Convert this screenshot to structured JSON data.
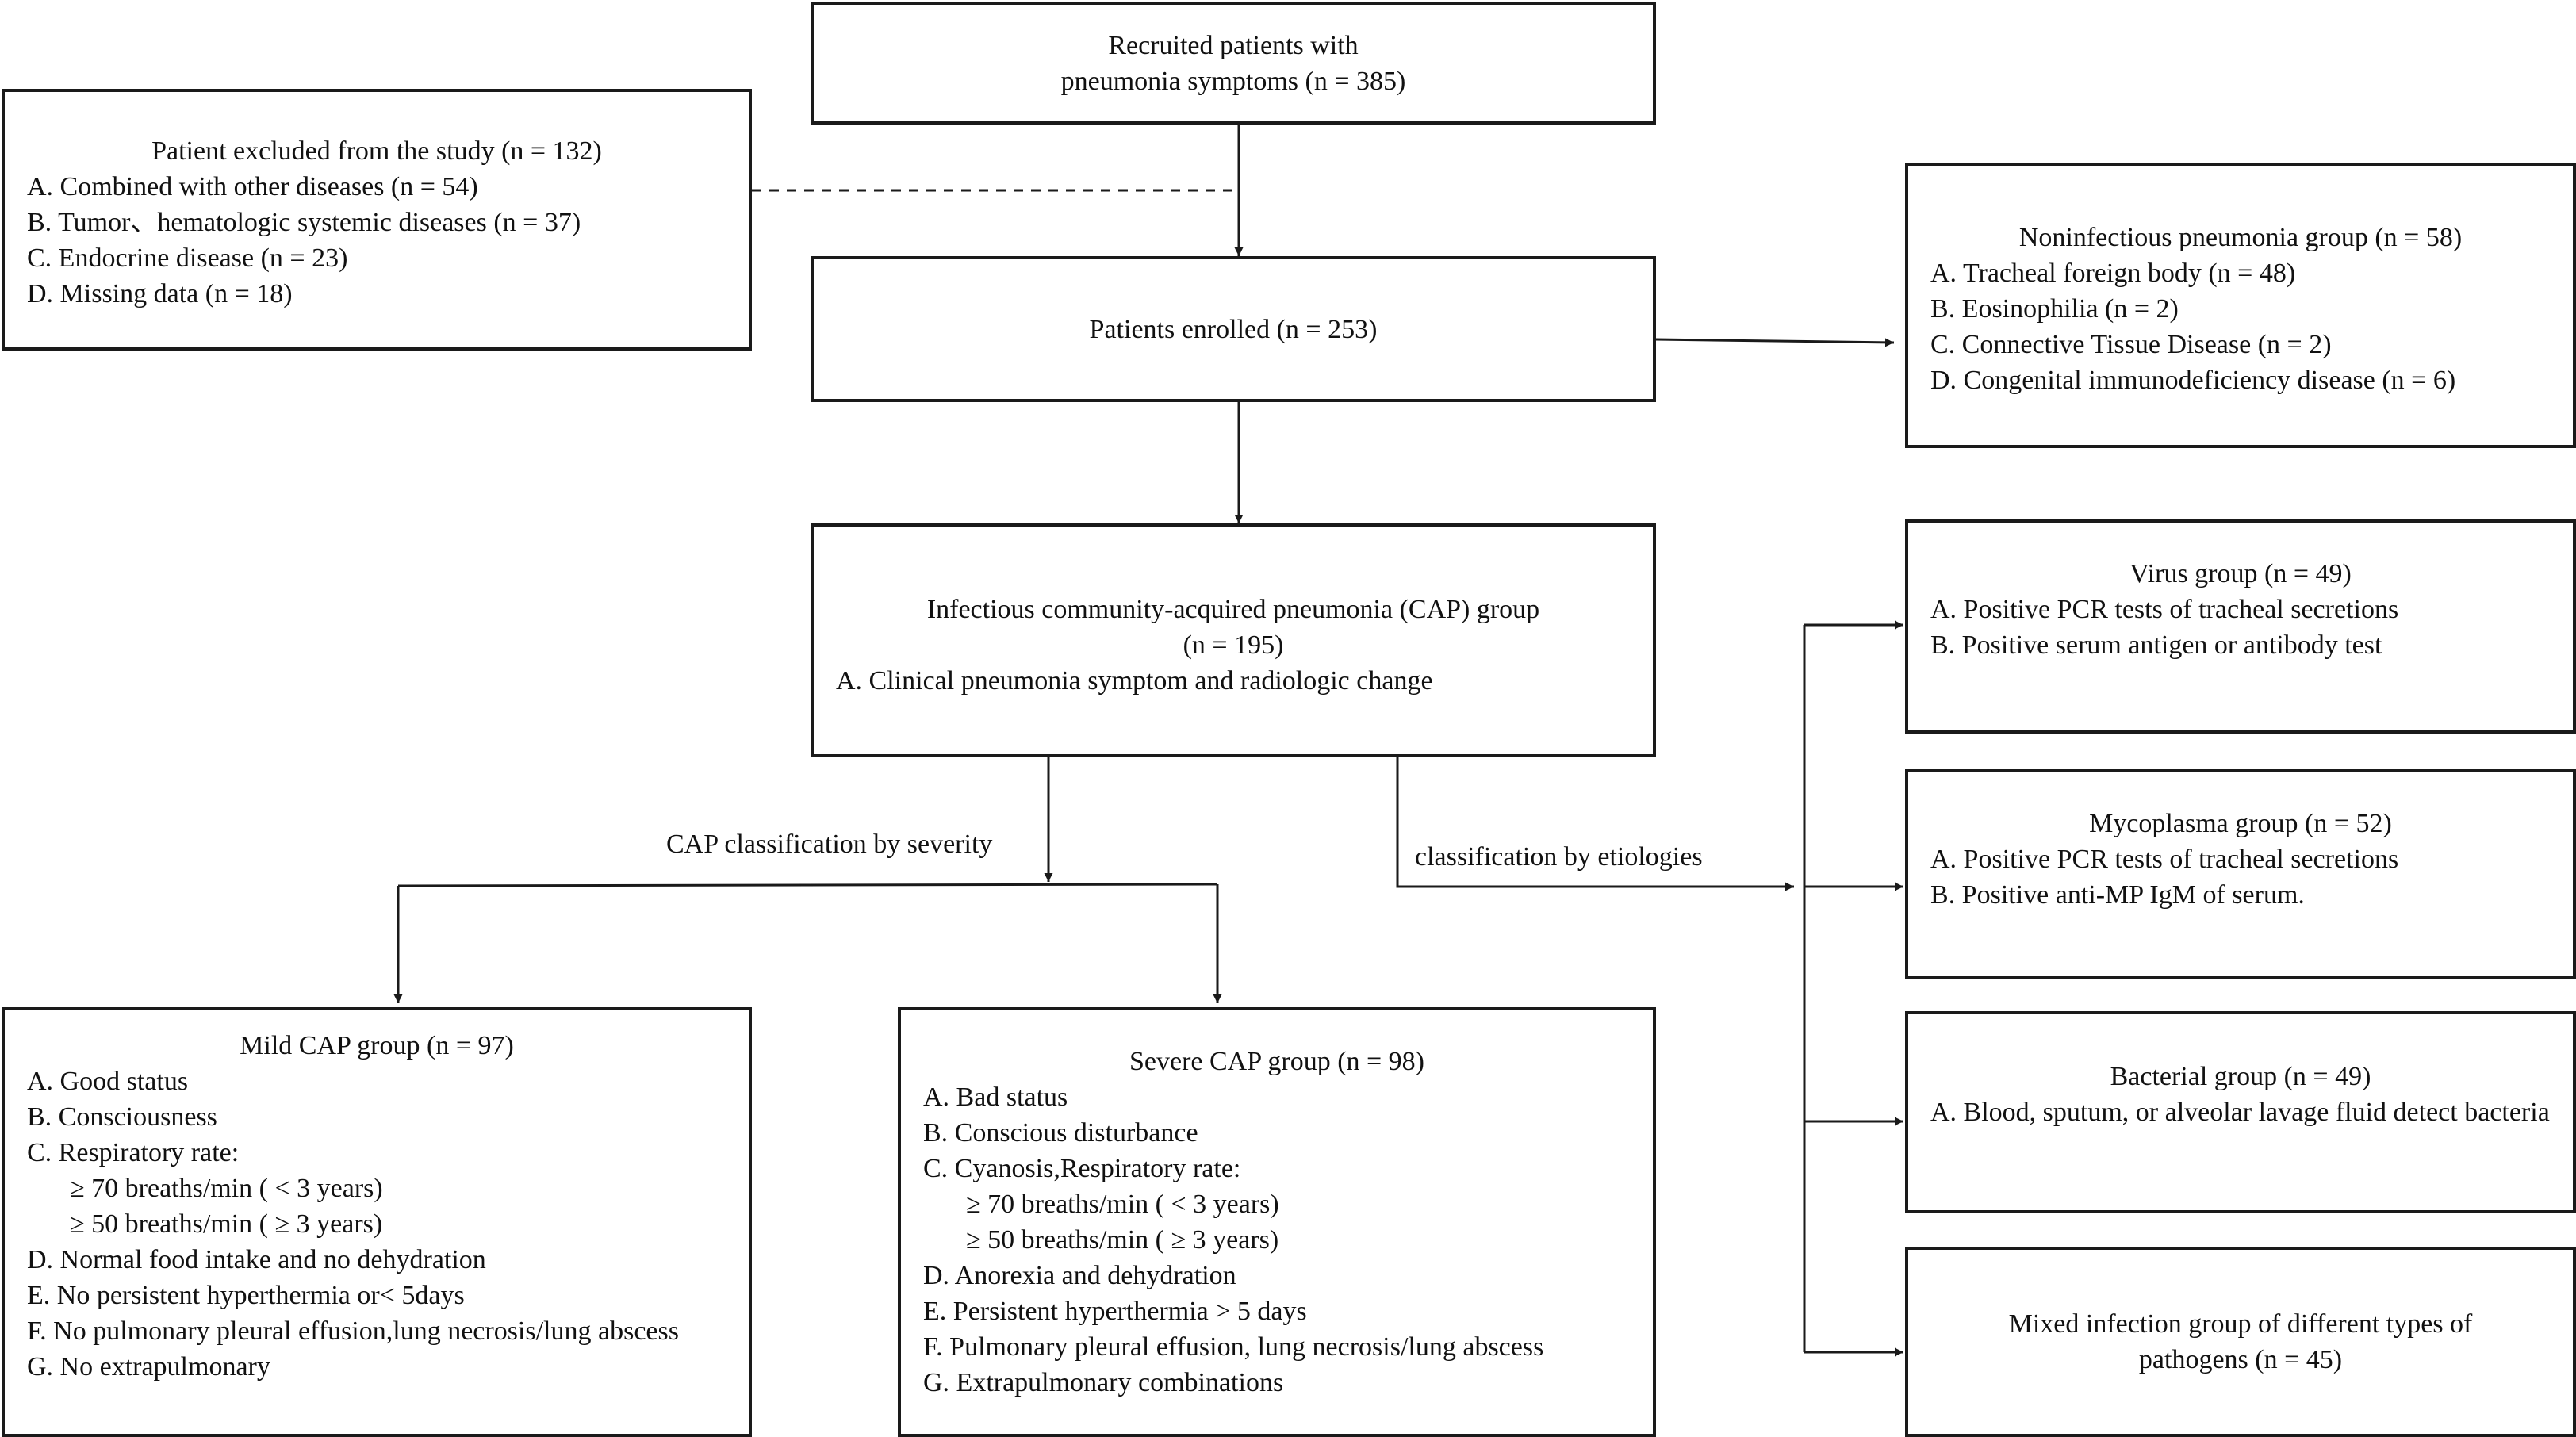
{
  "recruited": {
    "line1": "Recruited patients with",
    "line2": "pneumonia symptoms (n = 385)"
  },
  "excluded": {
    "title": "Patient excluded from the study (n = 132)",
    "items": [
      "A.   Combined with other diseases (n = 54)",
      "B.   Tumor、hematologic systemic diseases (n = 37)",
      "C.   Endocrine disease (n = 23)",
      "D.   Missing data (n = 18)"
    ]
  },
  "enrolled": {
    "label": "Patients enrolled (n = 253)"
  },
  "noninfectious": {
    "title": "Noninfectious pneumonia group (n = 58)",
    "items": [
      "A.   Tracheal foreign body (n = 48)",
      "B.   Eosinophilia (n = 2)",
      "C.   Connective Tissue Disease (n = 2)",
      "D.   Congenital immunodeficiency disease (n = 6)"
    ]
  },
  "cap": {
    "title": "Infectious community-acquired pneumonia (CAP)  group",
    "n": "(n = 195)",
    "items": [
      "A.   Clinical pneumonia symptom and radiologic change"
    ]
  },
  "labels": {
    "severity": "CAP classification by severity",
    "etiology": "classification by etiologies"
  },
  "mild": {
    "title": "Mild CAP group (n = 97)",
    "items": [
      "A.   Good status",
      "B.   Consciousness",
      "C.   Respiratory rate:",
      "≥ 70 breaths/min ( < 3 years)",
      "≥ 50 breaths/min ( ≥ 3 years)",
      "D.   Normal food intake and no dehydration",
      "E.   No persistent hyperthermia or< 5days",
      "F.   No pulmonary pleural effusion,lung necrosis/lung abscess",
      "G.  No extrapulmonary"
    ]
  },
  "severe": {
    "title": "Severe CAP group (n = 98)",
    "items": [
      "A.   Bad status",
      "B.   Conscious disturbance",
      "C.   Cyanosis,Respiratory rate:",
      "≥ 70 breaths/min ( < 3 years)",
      "≥ 50 breaths/min ( ≥ 3 years)",
      "D.  Anorexia and dehydration",
      "E.  Persistent hyperthermia > 5 days",
      "F.  Pulmonary pleural effusion, lung necrosis/lung abscess",
      "G.  Extrapulmonary combinations"
    ]
  },
  "virus": {
    "title": "Virus group (n = 49)",
    "items": [
      "A.  Positive PCR tests of tracheal secretions",
      "B.   Positive serum antigen or antibody test"
    ]
  },
  "mycoplasma": {
    "title": "Mycoplasma group (n = 52)",
    "items": [
      "A.   Positive PCR tests of tracheal secretions",
      "B.   Positive anti-MP IgM of serum."
    ]
  },
  "bacterial": {
    "title": "Bacterial group (n = 49)",
    "items": [
      "A.   Blood, sputum, or alveolar lavage  fluid detect bacteria"
    ]
  },
  "mixed": {
    "line1": "Mixed infection group of different types of",
    "line2": "pathogens (n = 45)"
  }
}
